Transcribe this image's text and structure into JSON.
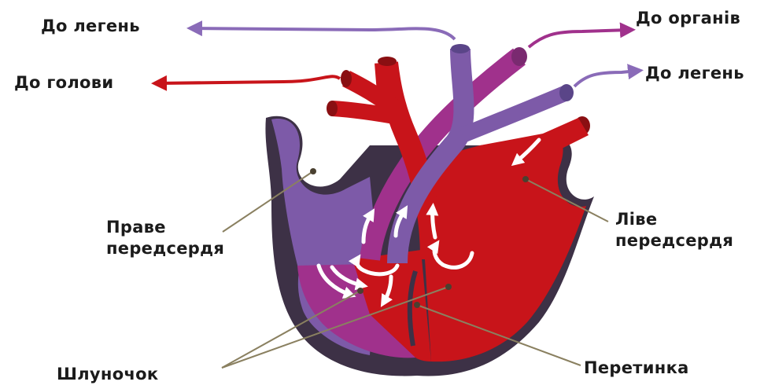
{
  "labels": {
    "to_lungs_left": "До легень",
    "to_head": "До голови",
    "to_organs": "До органів",
    "to_lungs_right": "До легень",
    "right_atrium_line1": "Праве",
    "right_atrium_line2": "передсердя",
    "left_atrium_line1": "Ліве",
    "left_atrium_line2": "передсердя",
    "ventricle": "Шлуночок",
    "septum": "Перетинка"
  },
  "colors": {
    "oxygenated_red": "#c8141a",
    "deoxygenated_purple": "#7d5aa8",
    "mixed_magenta": "#a0318c",
    "heart_wall_dark": "#3d3146",
    "arrow_white": "#ffffff",
    "pointer_line": "#8a8060",
    "pointer_dot": "#4a4030"
  }
}
